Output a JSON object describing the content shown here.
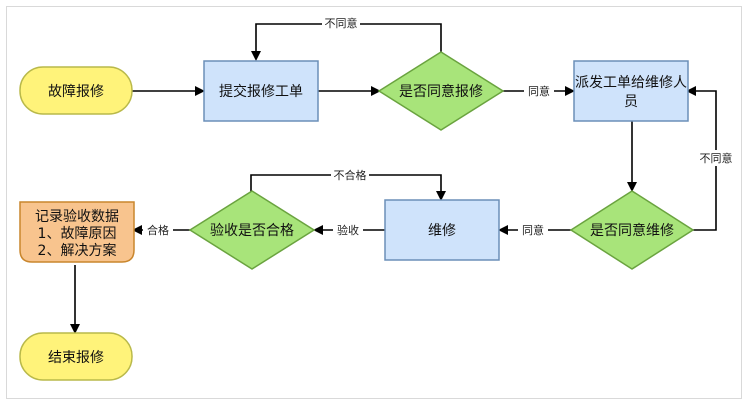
{
  "colors": {
    "start_end_fill": "#fff37a",
    "start_end_stroke": "#b9b94a",
    "process_fill": "#cfe3fb",
    "process_stroke": "#6b8fb8",
    "decision_fill": "#a8e47a",
    "decision_stroke": "#6aa33f",
    "record_fill": "#f8c48e",
    "record_stroke": "#c9862d",
    "edge": "#000000"
  },
  "nodes": {
    "start": "故障报修",
    "submit": "提交报修工单",
    "approve1": "是否同意报修",
    "dispatch_line1": "派发工单给维修人",
    "dispatch_line2": "员",
    "approve2": "是否同意维修",
    "repair": "维修",
    "accept": "验收是否合格",
    "record_line1": "记录验收数据",
    "record_line2": "1、故障原因",
    "record_line3": "2、解决方案",
    "end": "结束报修"
  },
  "edges": {
    "disagree_top": "不同意",
    "agree_1": "同意",
    "disagree_right": "不同意",
    "agree_2": "同意",
    "inspect": "验收",
    "unqualified": "不合格",
    "qualified": "合格"
  }
}
